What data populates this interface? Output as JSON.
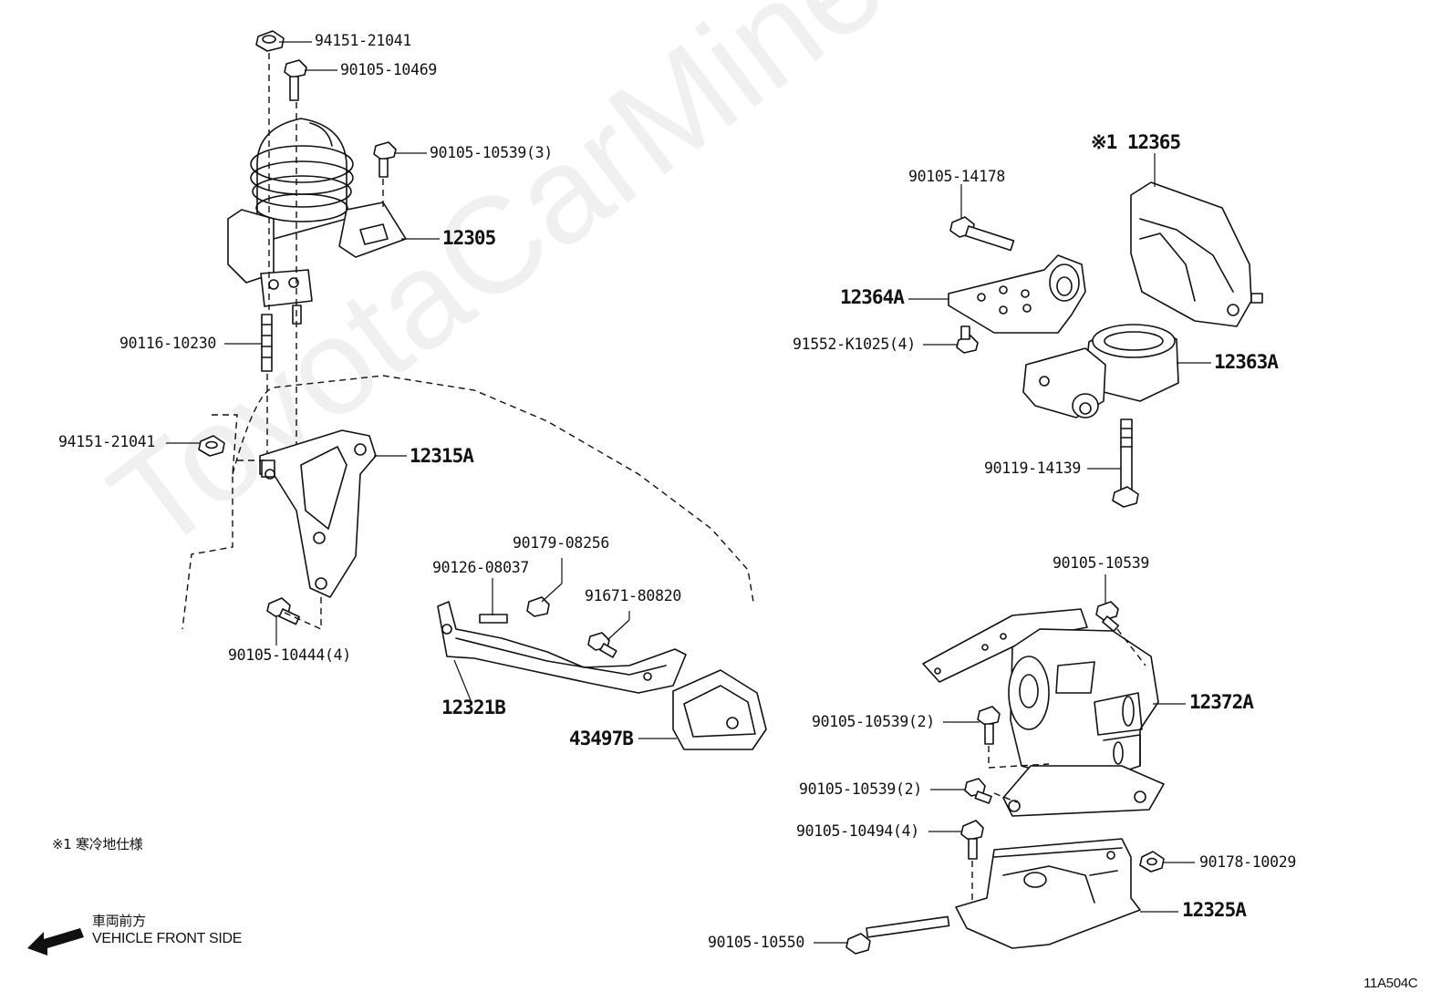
{
  "watermark": "ToyotaCarMine.ru",
  "diagram_code": "11A504C",
  "note": "※1 寒冷地仕様",
  "front": {
    "jp": "車両前方",
    "en": "VEHICLE FRONT SIDE"
  },
  "labels": {
    "l94151_top": "94151-21041",
    "l90105_10469": "90105-10469",
    "l90105_10539_3": "90105-10539(3)",
    "l12305": "12305",
    "l90116_10230": "90116-10230",
    "l94151_mid": "94151-21041",
    "l12315A": "12315A",
    "l90105_10444_4": "90105-10444(4)",
    "l90179_08256": "90179-08256",
    "l90126_08037": "90126-08037",
    "l91671_80820": "91671-80820",
    "l12321B": "12321B",
    "l43497B": "43497B",
    "l12365": "※1 12365",
    "l90105_14178": "90105-14178",
    "l12364A": "12364A",
    "l91552_K1025_4": "91552-K1025(4)",
    "l12363A": "12363A",
    "l90119_14139": "90119-14139",
    "l90105_10539": "90105-10539",
    "l12372A": "12372A",
    "l90105_10539_2a": "90105-10539(2)",
    "l90105_10539_2b": "90105-10539(2)",
    "l90105_10494_4": "90105-10494(4)",
    "l90178_10029": "90178-10029",
    "l12325A": "12325A",
    "l90105_10550": "90105-10550"
  }
}
